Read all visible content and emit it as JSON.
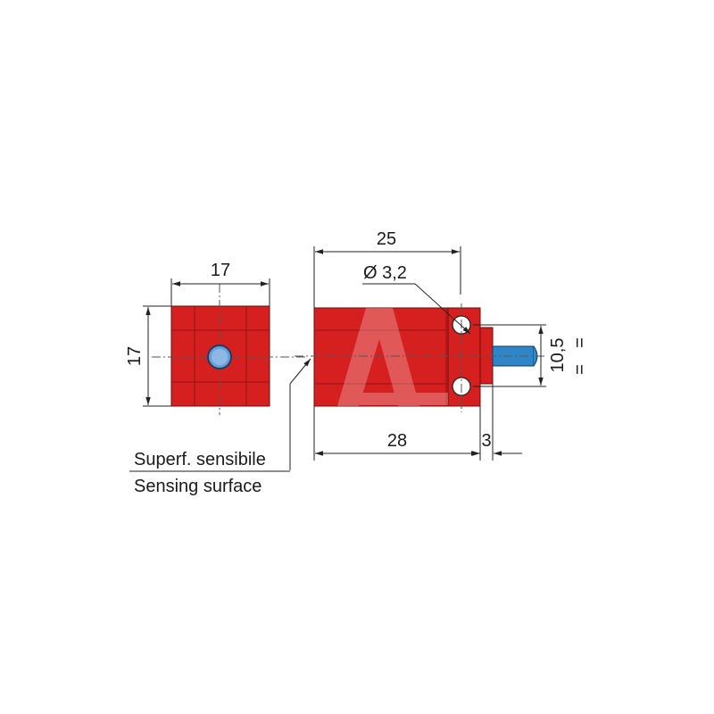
{
  "dimensions": {
    "front_width": "17",
    "front_height": "17",
    "body_length": "25",
    "hole_diameter": "Ø 3,2",
    "total_length": "28",
    "tab_length": "3",
    "hole_spacing": "10,5",
    "equal_mark_top": "=",
    "equal_mark_bottom": "="
  },
  "labels": {
    "sensing_surface_it": "Superf. sensibile",
    "sensing_surface_en": "Sensing surface"
  },
  "colors": {
    "body": "#d62020",
    "body_dark": "#b51616",
    "cable": "#2e86c9",
    "sensor_face": "#6aa0d8",
    "line": "#222222"
  }
}
